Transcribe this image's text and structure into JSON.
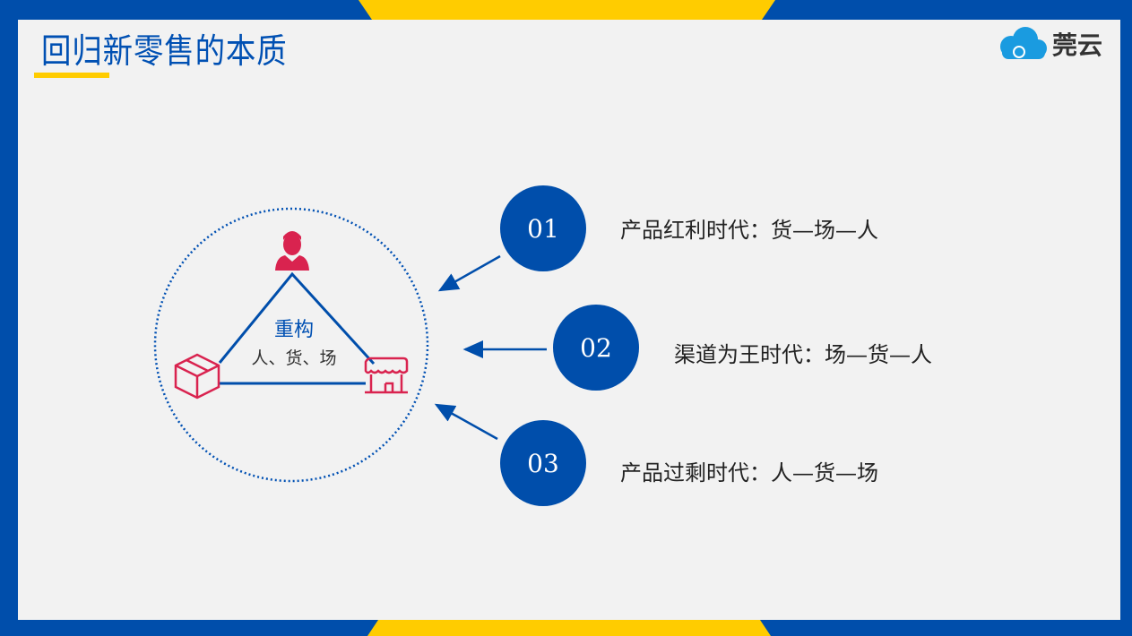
{
  "title": "回归新零售的本质",
  "logo": {
    "text": "莞云"
  },
  "colors": {
    "blue": "#004EAB",
    "yellow": "#FFCC00",
    "red": "#D9234F",
    "panel": "#F2F2F2"
  },
  "center": {
    "title": "重构",
    "subtitle": "人、货、场"
  },
  "icons": [
    "person-icon",
    "box-icon",
    "store-icon"
  ],
  "eras": [
    {
      "num": "01",
      "label": "产品红利时代：货—场—人"
    },
    {
      "num": "02",
      "label": "渠道为王时代：场—货—人"
    },
    {
      "num": "03",
      "label": "产品过剩时代：人—货—场"
    }
  ]
}
